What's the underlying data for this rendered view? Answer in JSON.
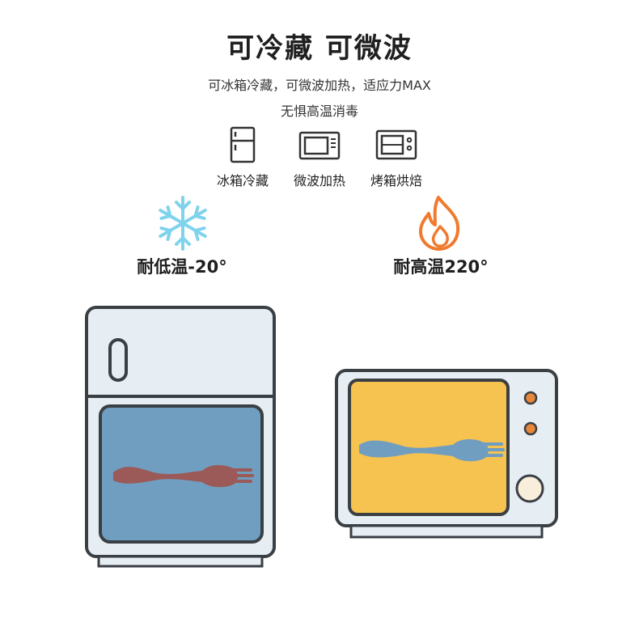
{
  "header": {
    "title": "可冷藏 可微波",
    "line1": "可冰箱冷藏，可微波加热，适应力MAX",
    "line2": "无惧高温消毒"
  },
  "features": [
    {
      "icon": "fridge-icon",
      "label": "冰箱冷藏"
    },
    {
      "icon": "microwave-icon",
      "label": "微波加热"
    },
    {
      "icon": "oven-icon",
      "label": "烤箱烘焙"
    }
  ],
  "cold": {
    "icon": "snowflake-icon",
    "label": "耐低温-20°",
    "color": "#7fd3ec"
  },
  "hot": {
    "icon": "flame-icon",
    "label": "耐高温220°",
    "color": "#f07a2e"
  },
  "illustrations": {
    "fridge": {
      "body": "#e6eef3",
      "outline": "#3a3f44",
      "window": "#6f9ec0",
      "spoon": "#9b5a57"
    },
    "microwave": {
      "body": "#e6eef3",
      "outline": "#3a3f44",
      "window": "#f6c250",
      "spoon": "#6f9ec0",
      "knob": "#e8873a"
    }
  }
}
